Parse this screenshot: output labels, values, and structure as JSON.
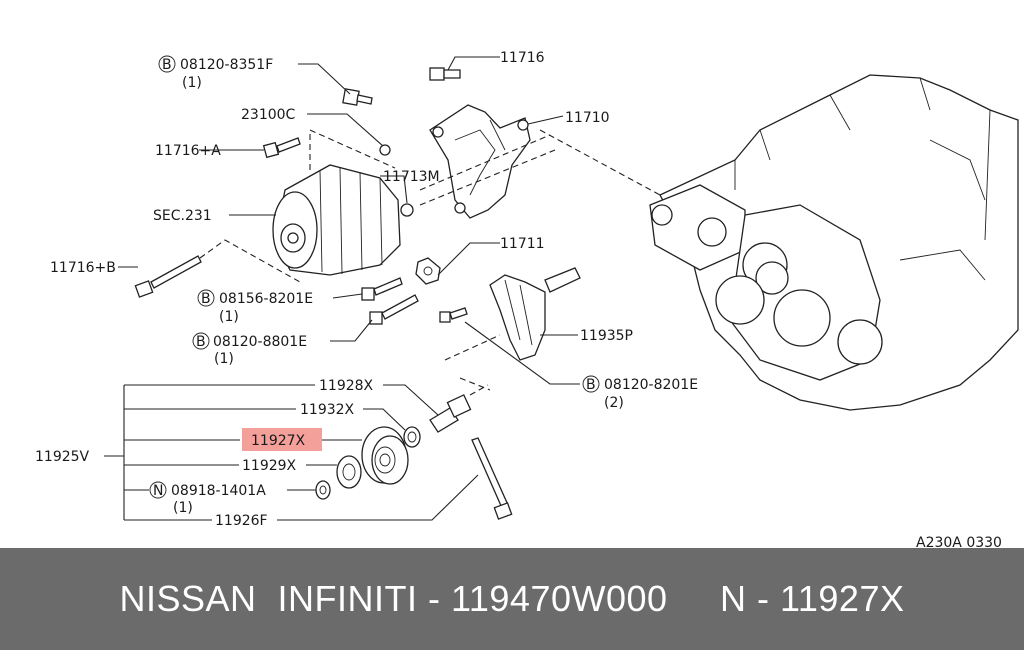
{
  "callouts": {
    "c1_code": "08120-8351F",
    "c1_qty": "(1)",
    "c1_prefix": "B",
    "c2": "23100C",
    "c3": "11716+A",
    "c4": "SEC.231",
    "c5": "11716+B",
    "c6": "11716",
    "c7": "11710",
    "c8": "11713M",
    "c9": "11711",
    "c10_code": "08156-8201E",
    "c10_qty": "(1)",
    "c10_prefix": "B",
    "c11_code": "08120-8801E",
    "c11_qty": "(1)",
    "c11_prefix": "B",
    "c12": "11935P",
    "c13_code": "08120-8201E",
    "c13_qty": "(2)",
    "c13_prefix": "B",
    "c14": "11928X",
    "c15": "11932X",
    "c16": "11927X",
    "c17": "11929X",
    "c18_code": "08918-1401A",
    "c18_qty": "(1)",
    "c18_prefix": "N",
    "c19": "11926F",
    "c20": "11925V"
  },
  "highlight": {
    "part": "11927X",
    "color": "#f4a09a"
  },
  "diagram_code": "A230A 0330",
  "footer": {
    "text": "NISSAN  INFINITI - 119470W000     N - 11927X"
  }
}
